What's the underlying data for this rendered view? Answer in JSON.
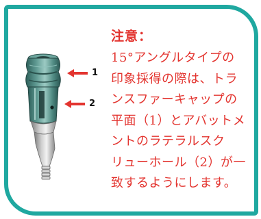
{
  "colors": {
    "border": "#1fa8a0",
    "note_text": "#e3342f",
    "arrow": "#e3342f"
  },
  "illustration": {
    "icon": "impression-coping-icon",
    "callouts": [
      {
        "number": "1"
      },
      {
        "number": "2"
      }
    ]
  },
  "note": {
    "title": "注意：",
    "lines": [
      "15°アングルタイプの",
      "印象採得の際は、トラ",
      "ンスファーキャップの",
      "平面（1）とアバットメ",
      "ントのラテラルスク",
      "リューホール（2）が一",
      "致するようにします。"
    ]
  }
}
